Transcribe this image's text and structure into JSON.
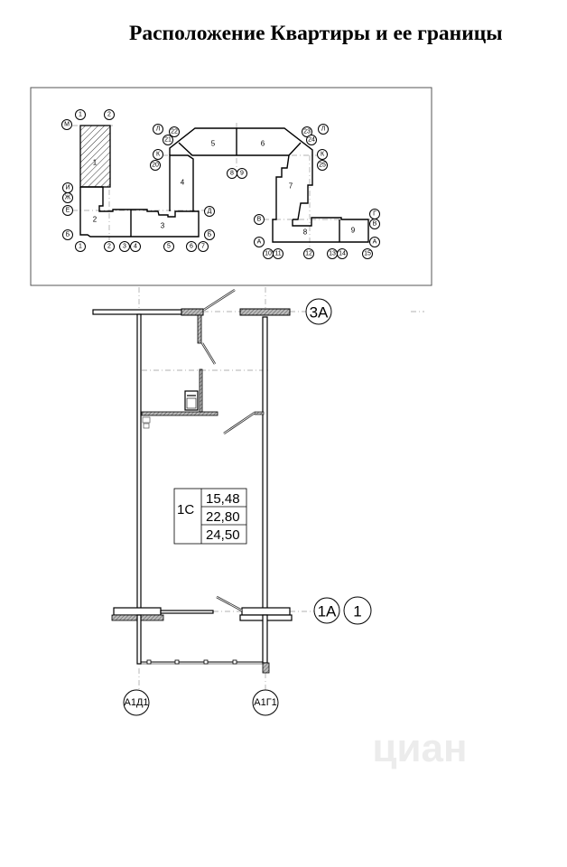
{
  "title": "Расположение Квартиры и ее границы",
  "site_plan": {
    "grid_bubbles": [
      "1",
      "2",
      "М",
      "И",
      "Ж",
      "Е",
      "Б",
      "1",
      "2",
      "3",
      "4",
      "5",
      "6",
      "7",
      "Д",
      "Б",
      "Л",
      "22",
      "21",
      "К",
      "20",
      "8",
      "9",
      "23",
      "Л",
      "24",
      "К",
      "25",
      "В",
      "А",
      "Г",
      "В",
      "А",
      "10",
      "11",
      "12",
      "13",
      "14",
      "15"
    ],
    "sections": [
      "1",
      "2",
      "3",
      "4",
      "5",
      "6",
      "7",
      "8",
      "9"
    ]
  },
  "unit_plan": {
    "axis_top": "3А",
    "axis_bottom": "1А",
    "axis_bottom_num": "1",
    "axis_left": "А1Д1",
    "axis_right": "А1Г1",
    "unit_label": "1С",
    "areas": [
      "15,48",
      "22,80",
      "24,50"
    ]
  },
  "watermark": "циан"
}
